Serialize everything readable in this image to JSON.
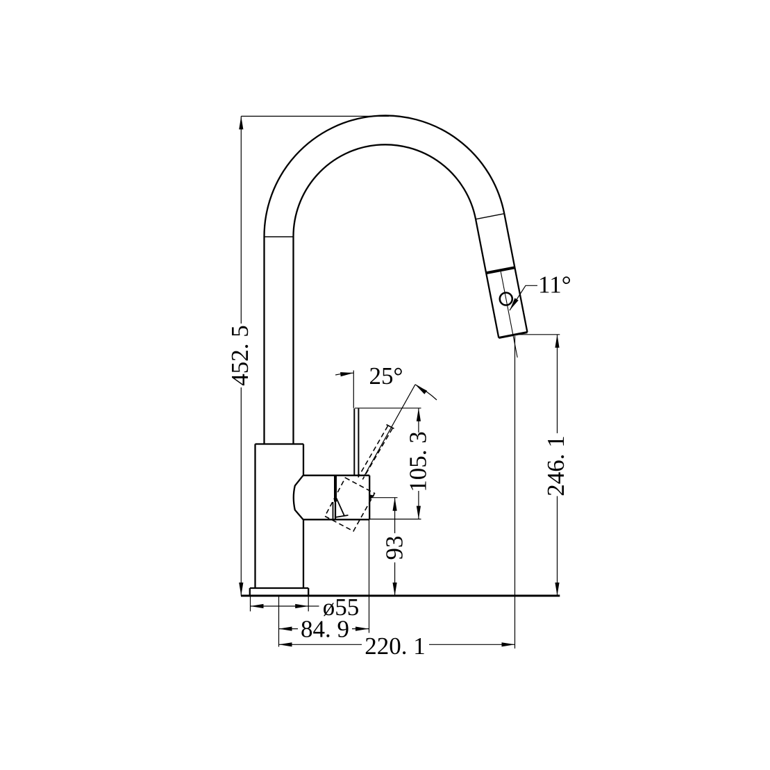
{
  "drawing": {
    "title": "kitchen mixer tap - dimensioned side elevation",
    "background_color": "#ffffff",
    "line_color": "#000000",
    "labels": {
      "overall_height": "452. 5",
      "spray_head_angle": "11°",
      "handle_angle": "25°",
      "handle_rise": "105. 3",
      "spout_inlet_height": "93",
      "outlet_clearance": "246. 1",
      "base_diameter": "ø55",
      "handle_reach": "84. 9",
      "spout_reach": "220. 1"
    }
  }
}
